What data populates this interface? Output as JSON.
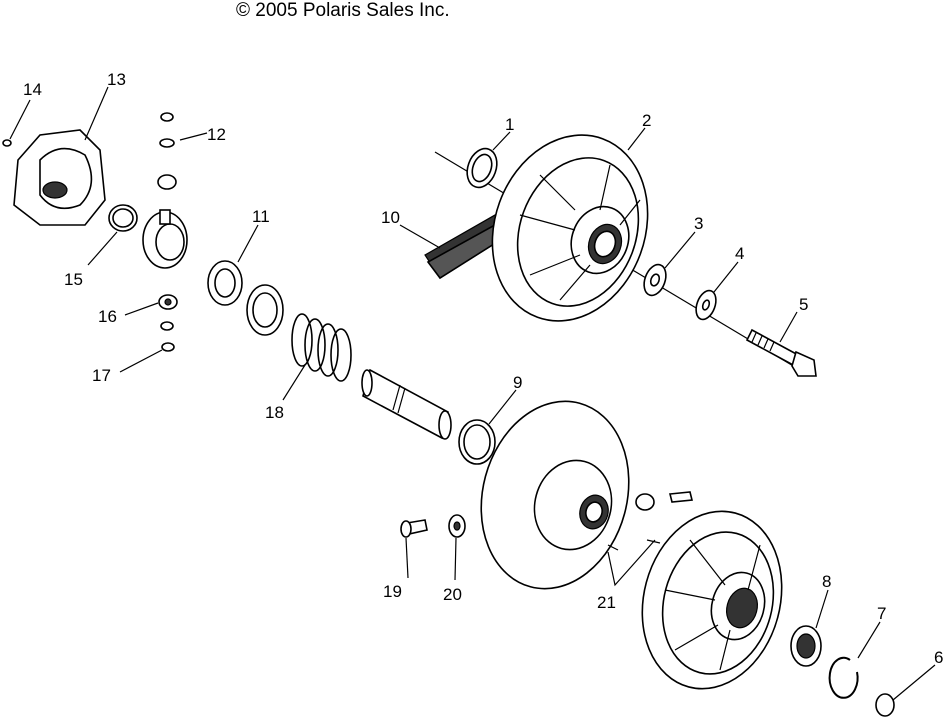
{
  "copyright": "© 2005 Polaris Sales Inc.",
  "callouts": [
    "1",
    "2",
    "3",
    "4",
    "5",
    "6",
    "7",
    "8",
    "9",
    "10",
    "11",
    "12",
    "13",
    "14",
    "15",
    "16",
    "17",
    "18",
    "19",
    "20",
    "21"
  ]
}
